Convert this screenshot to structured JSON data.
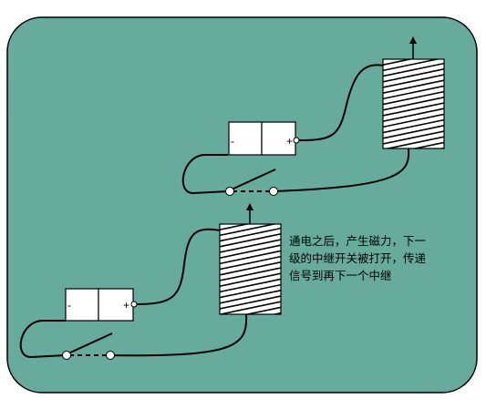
{
  "annotation": {
    "lines": [
      "通电之后，产生磁力，下一",
      "级的中继开关被打开，传递",
      "信号到再下一个中继"
    ]
  },
  "battery_labels": {
    "negative": "-",
    "positive": "+"
  },
  "colors": {
    "panel_fill": "#66ab9b",
    "panel_stroke": "#000000",
    "component_fill": "#ffffff",
    "wire": "#000000"
  },
  "icons": [
    "up-arrow-icon"
  ]
}
